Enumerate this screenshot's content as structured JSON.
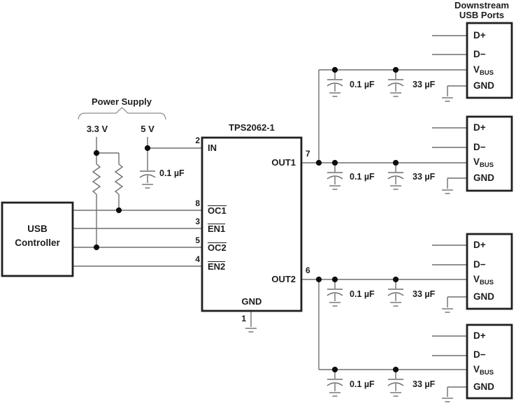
{
  "header": {
    "line1": "Downstream",
    "line2": "USB Ports"
  },
  "power_supply": {
    "label": "Power Supply",
    "rail_3v3": "3.3 V",
    "rail_5v": "5 V",
    "input_cap": "0.1 µF"
  },
  "usb_controller": {
    "line1": "USB",
    "line2": "Controller"
  },
  "ic": {
    "part_number": "TPS2062-1",
    "pins": {
      "in": {
        "number": "2",
        "label": "IN"
      },
      "oc1": {
        "number": "8",
        "label": "OC1"
      },
      "en1": {
        "number": "3",
        "label": "EN1"
      },
      "oc2": {
        "number": "5",
        "label": "OC2"
      },
      "en2": {
        "number": "4",
        "label": "EN2"
      },
      "out1": {
        "number": "7",
        "label": "OUT1"
      },
      "out2": {
        "number": "6",
        "label": "OUT2"
      },
      "gnd": {
        "number": "1",
        "label": "GND"
      }
    }
  },
  "port_labels": {
    "d_plus": "D+",
    "d_minus": "D−",
    "vbus_main": "V",
    "vbus_sub": "BUS",
    "gnd": "GND"
  },
  "capacitor_labels": {
    "bypass": "0.1 µF",
    "bulk": "33 µF"
  },
  "colors": {
    "wire": "#6e6e6e",
    "outline": "#221f1f",
    "text": "#1f1c1c"
  }
}
